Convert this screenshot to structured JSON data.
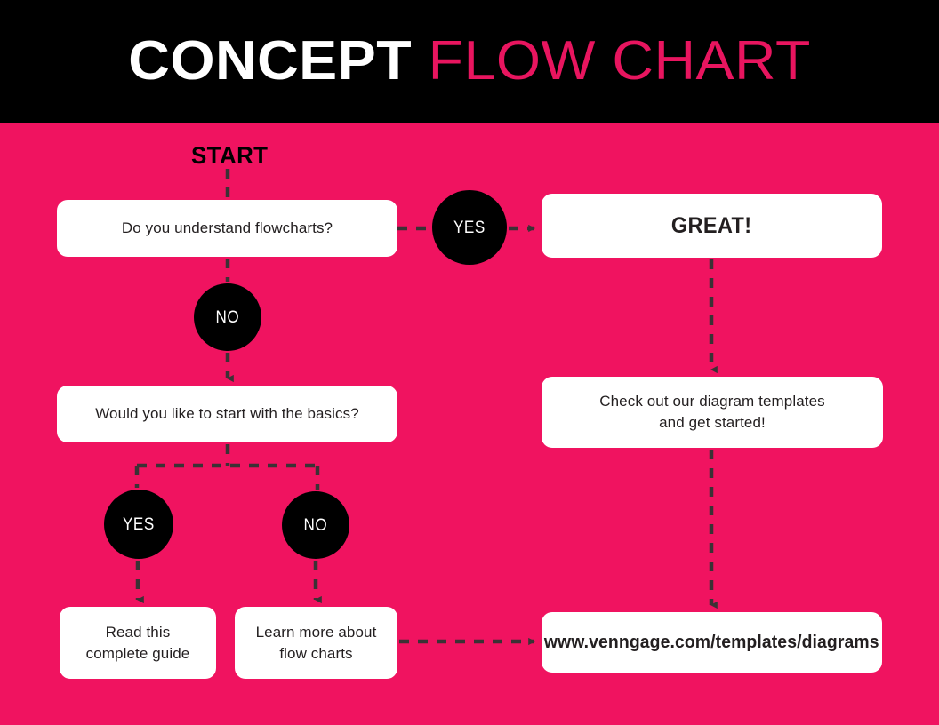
{
  "header": {
    "title_strong": "CONCEPT",
    "title_accent": "FLOW CHART",
    "background_color": "#000000",
    "accent_color": "#E8155F",
    "strong_color": "#FFFFFF"
  },
  "canvas": {
    "background_color": "#F01360",
    "node_fill": "#FFFFFF",
    "decision_fill": "#000000",
    "connector_color": "#3B3235"
  },
  "flow": {
    "start_label": "START",
    "nodes": [
      {
        "id": "q1",
        "text": "Do you understand flowcharts?"
      },
      {
        "id": "great",
        "text": "GREAT!"
      },
      {
        "id": "q2",
        "text": "Would you like to start with the basics?"
      },
      {
        "id": "check",
        "text": "Check out our diagram templates\nand get started!"
      },
      {
        "id": "read",
        "text": "Read this\ncomplete guide"
      },
      {
        "id": "learn",
        "text": "Learn more about\nflow charts"
      },
      {
        "id": "url",
        "text": "www.venngage.com/templates/diagrams"
      }
    ],
    "decisions": [
      {
        "id": "yes-1",
        "text": "YES"
      },
      {
        "id": "no-1",
        "text": "NO"
      },
      {
        "id": "yes-2",
        "text": "YES"
      },
      {
        "id": "no-2",
        "text": "NO"
      }
    ]
  }
}
